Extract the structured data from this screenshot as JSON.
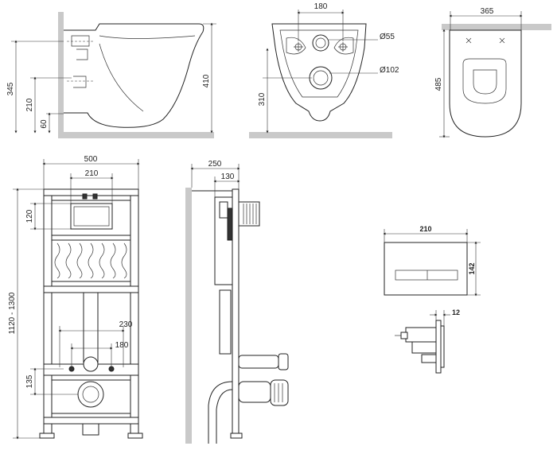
{
  "views": {
    "side_bowl": {
      "dims": [
        "345",
        "210",
        "60",
        "410"
      ]
    },
    "rear_bowl": {
      "dims": [
        "180",
        "310",
        "Ø55",
        "Ø102"
      ]
    },
    "top_bowl": {
      "dims": [
        "365",
        "485"
      ]
    },
    "frame_front": {
      "dims": [
        "500",
        "210",
        "120",
        "1120 - 1300",
        "230",
        "180",
        "135"
      ]
    },
    "frame_side": {
      "dims": [
        "250",
        "130"
      ]
    },
    "button": {
      "dims": [
        "210",
        "142",
        "12"
      ]
    }
  },
  "colors": {
    "line": "#222222",
    "wall": "#c9c9c9",
    "background": "#ffffff"
  }
}
